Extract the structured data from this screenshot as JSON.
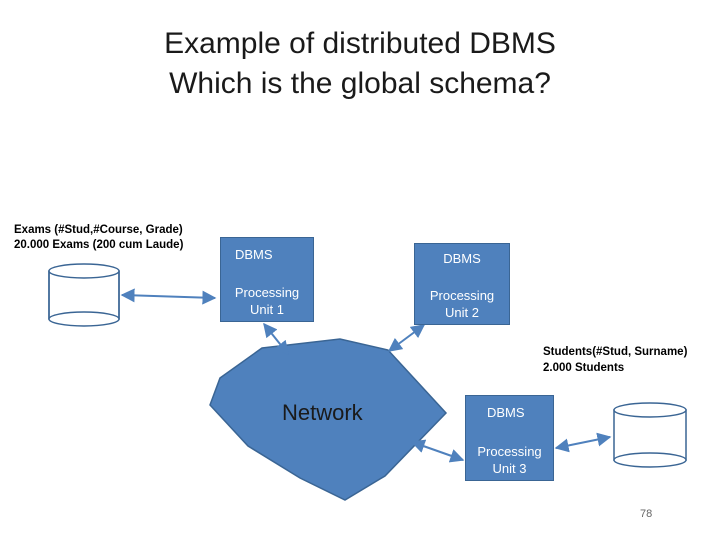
{
  "title": {
    "line1": "Example of distributed DBMS",
    "line2": "Which is the global schema?"
  },
  "site1": {
    "schema": "Exams (#Stud,#Course, Grade)",
    "count": "20.000 Exams (200 cum Laude)",
    "dbms_label": "DBMS",
    "pu_line1": "Processing",
    "pu_line2": "Unit 1"
  },
  "site2": {
    "dbms_label": "DBMS",
    "pu_line1": "Processing",
    "pu_line2": "Unit 2"
  },
  "site3": {
    "schema": "Students(#Stud, Surname)",
    "count": "2.000 Students",
    "dbms_label": "DBMS",
    "pu_line1": "Processing",
    "pu_line2": "Unit 3"
  },
  "network_label": "Network",
  "page_number": "78",
  "colors": {
    "node_fill": "#4f81bd",
    "node_stroke": "#3a6594"
  }
}
